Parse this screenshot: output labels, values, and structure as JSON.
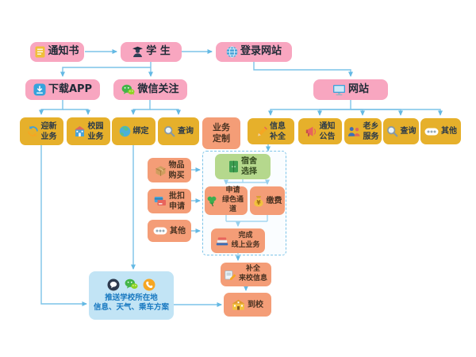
{
  "nodes": {
    "notice": {
      "label": "通知书",
      "icon": "document-icon"
    },
    "student": {
      "label": "学 生",
      "icon": "student-icon"
    },
    "login": {
      "label": "登录网站",
      "icon": "globe-icon"
    },
    "app": {
      "label": "下载APP",
      "icon": "app-download-icon"
    },
    "wechat": {
      "label": "微信关注",
      "icon": "wechat-icon"
    },
    "website": {
      "label": "网站",
      "icon": "monitor-icon"
    },
    "welcome": {
      "label": "迎新\n业务",
      "icon": "orientation-icon"
    },
    "campus": {
      "label": "校园\n业务",
      "icon": "campus-icon"
    },
    "bind": {
      "label": "绑定",
      "icon": "earth-icon"
    },
    "query_wechat": {
      "label": "查询",
      "icon": "search-icon"
    },
    "custom": {
      "label": "业务\n定制"
    },
    "info_complete": {
      "label": "信息\n补全",
      "icon": "pencil-icon"
    },
    "announce": {
      "label": "通知\n公告",
      "icon": "megaphone-icon"
    },
    "hometown": {
      "label": "老乡\n服务",
      "icon": "people-icon"
    },
    "query_web": {
      "label": "查询",
      "icon": "search-icon"
    },
    "other_web": {
      "label": "其他",
      "icon": "dots-icon"
    },
    "buy": {
      "label": "物品\n购买",
      "icon": "package-icon"
    },
    "deduct": {
      "label": "批扣\n申请",
      "icon": "card-icon"
    },
    "other_custom": {
      "label": "其他",
      "icon": "dots-icon"
    },
    "dorm": {
      "label": "宿舍\n选择",
      "icon": "wardrobe-icon"
    },
    "green_channel": {
      "label": "申请\n绿色通道",
      "icon": "clover-icon"
    },
    "pay": {
      "label": "缴费",
      "icon": "moneybag-icon"
    },
    "finish_online": {
      "label": "完成\n线上业务",
      "icon": "stack-icon"
    },
    "fill_arrival": {
      "label": "补全\n来校信息",
      "icon": "write-icon"
    },
    "arrive": {
      "label": "到校",
      "icon": "school-icon"
    },
    "push": {
      "label": "推送学校所在地\n信息、天气、乘车方案",
      "icons": [
        "chat-icon",
        "wechat-icon",
        "phone-icon"
      ]
    }
  },
  "groups": {
    "online_business_group": {
      "members": [
        "dorm",
        "green_channel",
        "pay",
        "finish_online"
      ]
    }
  },
  "edges": [
    {
      "from": "notice",
      "to": "student"
    },
    {
      "from": "student",
      "to": "login"
    },
    {
      "from": "student",
      "to": "app"
    },
    {
      "from": "student",
      "to": "wechat"
    },
    {
      "from": "login",
      "to": "website"
    },
    {
      "from": "app",
      "to": "welcome"
    },
    {
      "from": "app",
      "to": "campus"
    },
    {
      "from": "wechat",
      "to": "bind"
    },
    {
      "from": "wechat",
      "to": "query_wechat"
    },
    {
      "from": "website",
      "to": "info_complete"
    },
    {
      "from": "website",
      "to": "announce"
    },
    {
      "from": "website",
      "to": "hometown"
    },
    {
      "from": "website",
      "to": "query_web"
    },
    {
      "from": "website",
      "to": "other_web"
    },
    {
      "from": "info_complete",
      "to": "dorm"
    },
    {
      "from": "dorm",
      "to": "green_channel"
    },
    {
      "from": "dorm",
      "to": "pay"
    },
    {
      "from": "green_channel",
      "to": "finish_online"
    },
    {
      "from": "pay",
      "to": "finish_online"
    },
    {
      "from": "finish_online",
      "to": "fill_arrival"
    },
    {
      "from": "fill_arrival",
      "to": "arrive"
    },
    {
      "from": "bind",
      "to": "push"
    },
    {
      "from": "welcome",
      "to": "push"
    },
    {
      "from": "push",
      "to": "arrive"
    },
    {
      "from": "buy",
      "to": "online_business_group"
    },
    {
      "from": "deduct",
      "to": "online_business_group"
    },
    {
      "from": "other_custom",
      "to": "online_business_group"
    }
  ],
  "colors": {
    "pink": "#f8a6c0",
    "yellow": "#e6b02b",
    "orange": "#f49d77",
    "green": "#b5d88d",
    "push_blue": "#c2e4f5",
    "arrow": "#7cc3e8",
    "dashed_border": "#7cc3e8"
  }
}
